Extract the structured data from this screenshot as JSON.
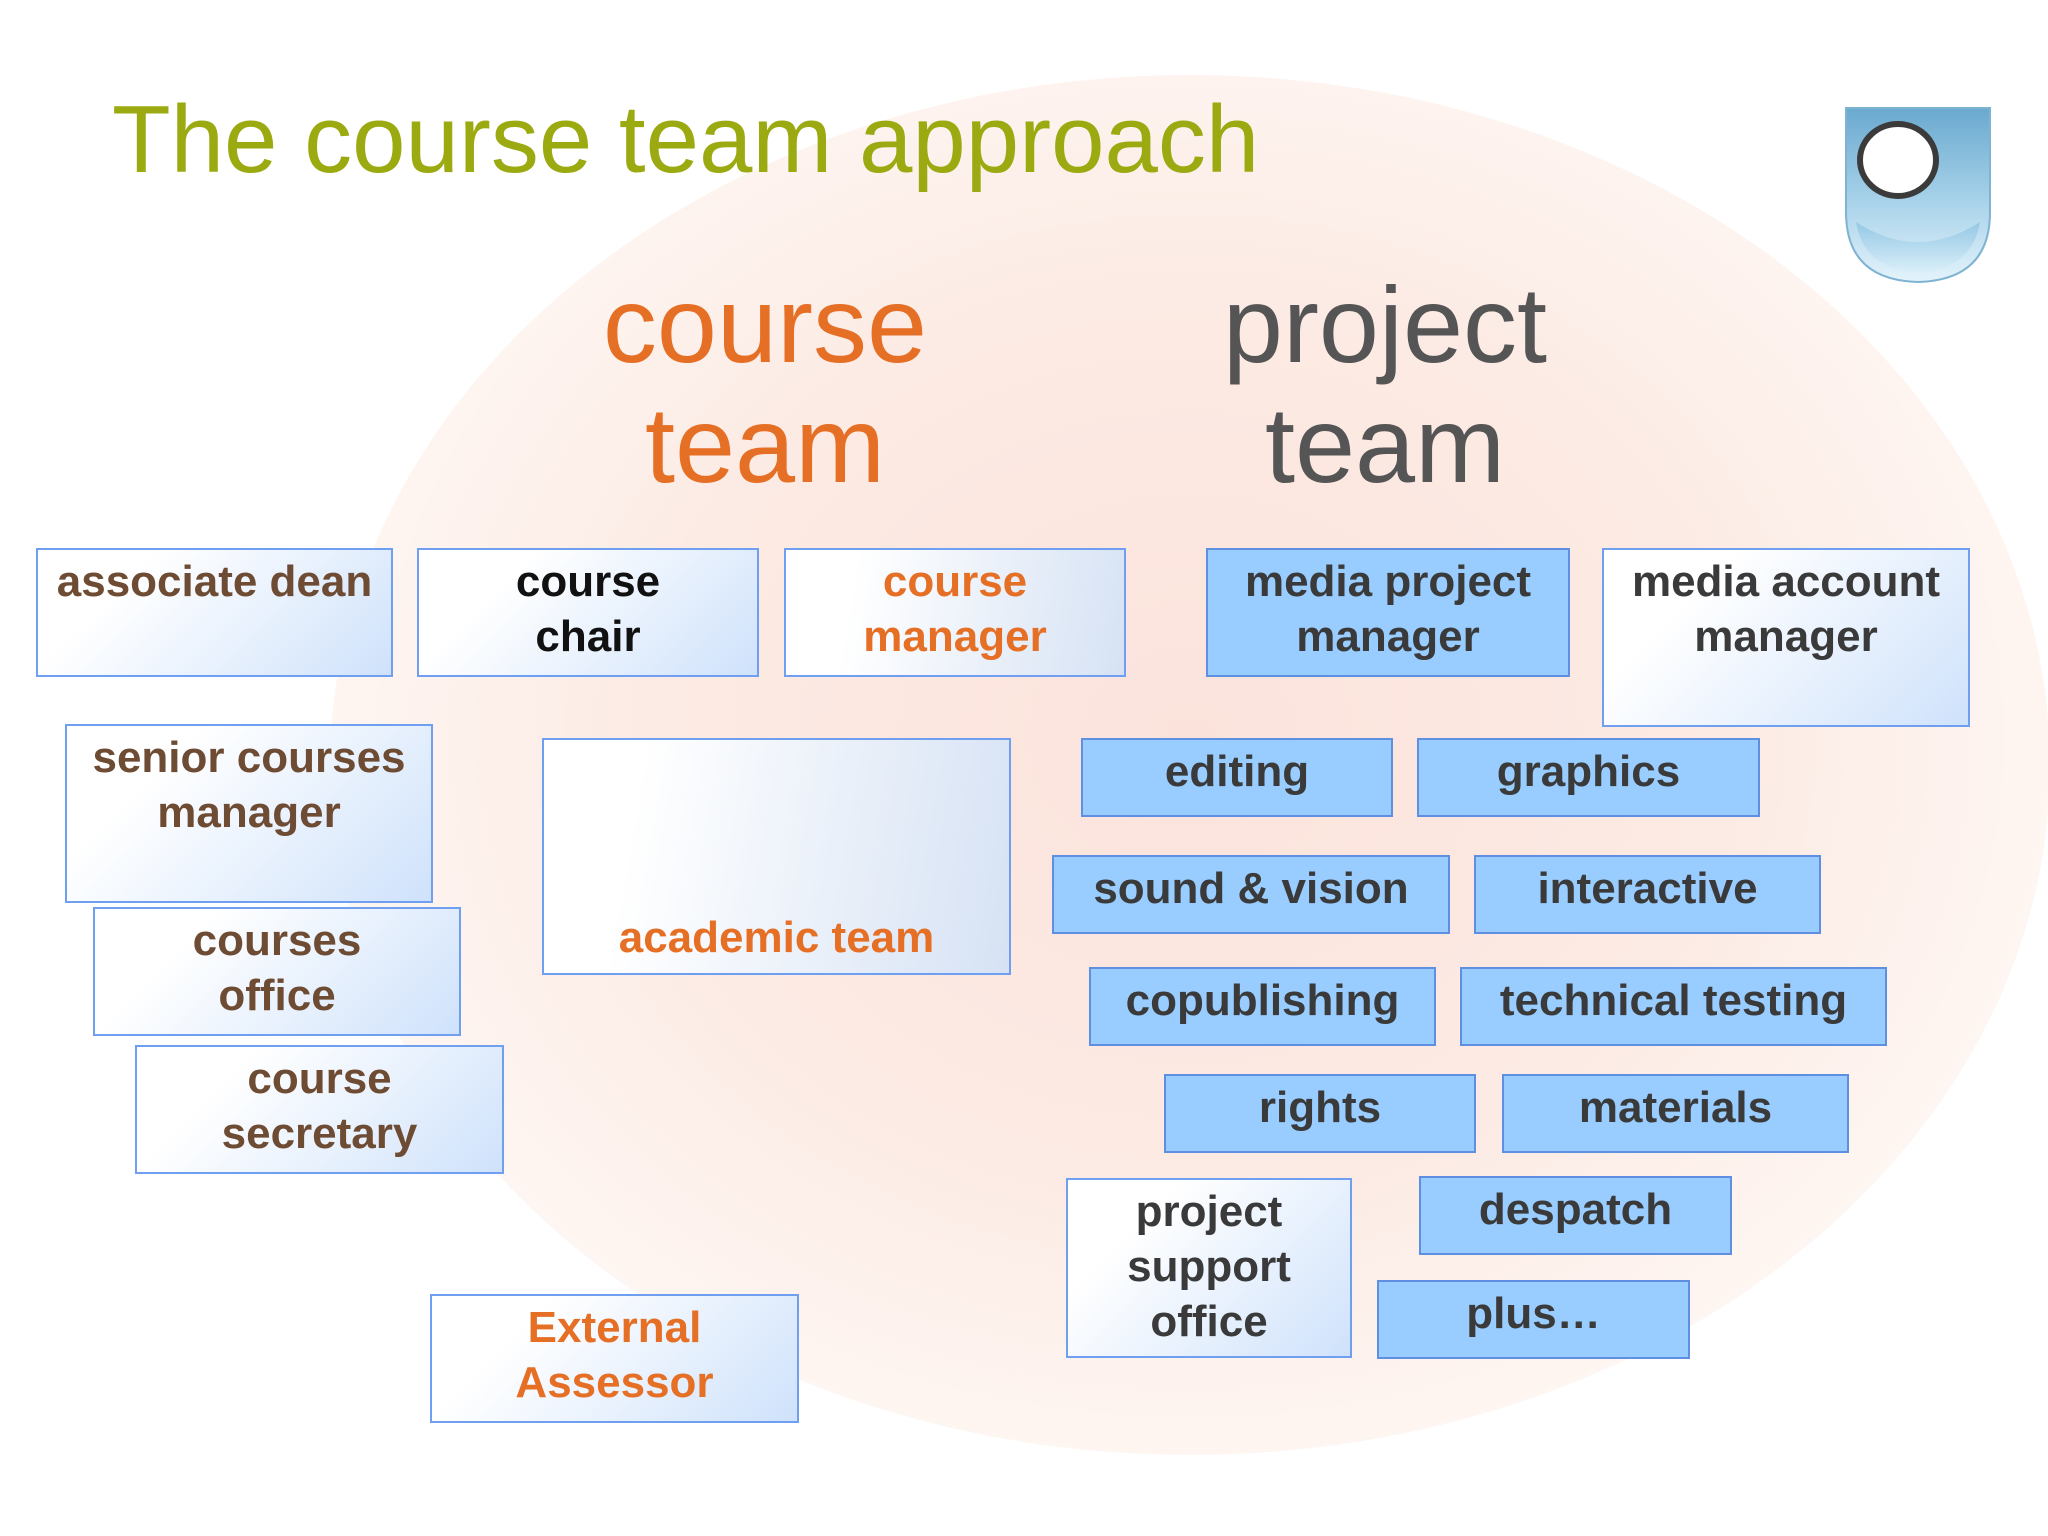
{
  "title": "The course team approach",
  "colors": {
    "title": "#9aaa10",
    "course_accent": "#e66f26",
    "project_heading": "#555555",
    "role_text": "#6e4b33",
    "box_border": "#6f9ff0",
    "solid_box_fill": "#99ccff"
  },
  "logo": {
    "icon": "open-university-shield-logo"
  },
  "headings": {
    "course": [
      "course",
      "team"
    ],
    "project": [
      "project",
      "team"
    ]
  },
  "course_team": {
    "associate_dean": [
      "associate dean"
    ],
    "course_chair": [
      "course",
      "chair"
    ],
    "course_manager": [
      "course",
      "manager"
    ],
    "senior_courses_manager": [
      "senior courses",
      "manager"
    ],
    "courses_office": [
      "courses",
      "office"
    ],
    "course_secretary": [
      "course",
      "secretary"
    ],
    "academic_team": [
      "academic team"
    ],
    "external_assessor": [
      "External",
      "Assessor"
    ]
  },
  "project_team": {
    "media_project_manager": [
      "media project",
      "manager"
    ],
    "media_account_manager": [
      "media account",
      "manager"
    ],
    "editing": [
      "editing"
    ],
    "graphics": [
      "graphics"
    ],
    "sound_vision": [
      "sound & vision"
    ],
    "interactive": [
      "interactive"
    ],
    "copublishing": [
      "copublishing"
    ],
    "technical_testing": [
      "technical testing"
    ],
    "rights": [
      "rights"
    ],
    "materials": [
      "materials"
    ],
    "project_support_office": [
      "project",
      "support",
      "office"
    ],
    "despatch": [
      "despatch"
    ],
    "plus": [
      "plus…"
    ]
  }
}
